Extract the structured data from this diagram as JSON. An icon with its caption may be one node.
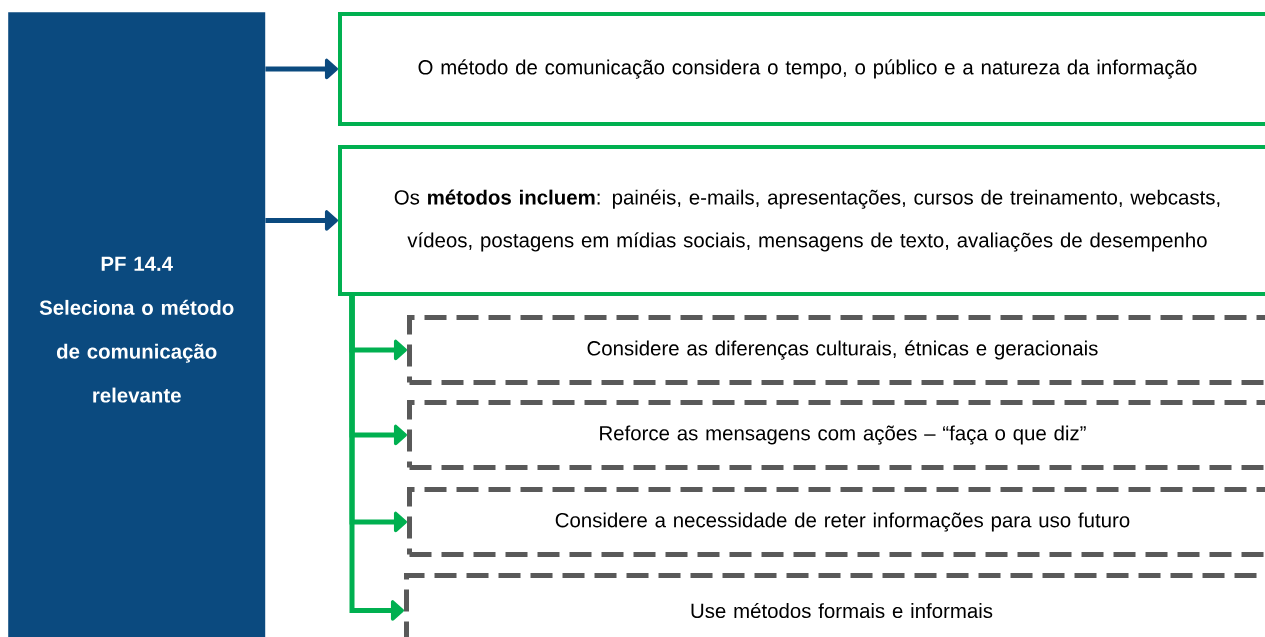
{
  "diagram": {
    "nodes": [
      {
        "text": [
          "PF 14.4",
          "Seleciona o método de comunicação relevante"
        ]
      },
      {
        "text": [
          "O método de comunicação considera o tempo, o público e a natureza da informação"
        ]
      },
      {
        "text": [
          "Os **métodos incluem**: painéis, e-mails, apresentações, cursos de treinamento, webcasts, vídeos, postagens em mídias sociais, mensagens de texto, avaliações de desempenho"
        ]
      },
      {
        "text": [
          "Considere as diferenças culturais, étnicas e geracionais"
        ]
      },
      {
        "text": [
          "Reforce as mensagens com ações – “faça o que diz”"
        ]
      },
      {
        "text": [
          "Considere a necessidade de reter informações para uso futuro"
        ]
      },
      {
        "text": [
          "Use métodos formais e informais"
        ]
      }
    ],
    "edges": [
      {
        "from": 0,
        "to": 1,
        "arrow": "to",
        "color": "#0b4a7f"
      },
      {
        "from": 0,
        "to": 2,
        "arrow": "to",
        "color": "#0b4a7f"
      },
      {
        "from": 2,
        "to": 3,
        "arrow": "to"
      },
      {
        "from": 2,
        "to": 4,
        "arrow": "to"
      },
      {
        "from": 2,
        "to": 5,
        "arrow": "to"
      },
      {
        "from": 2,
        "to": 6,
        "arrow": "to"
      }
    ]
  }
}
